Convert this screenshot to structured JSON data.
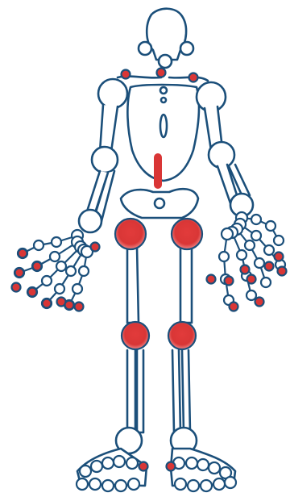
{
  "colors": {
    "outline": "#1b4f7a",
    "bone_fill": "#ffffff",
    "affected_joint": "#d93636",
    "affected_joint_glow": "#f3b0b0",
    "background": "#ffffff"
  },
  "legend": [],
  "affected_regions": [
    {
      "id": "sternoclavicular-joints",
      "side": "both"
    },
    {
      "id": "acromioclavicular-joints",
      "side": "both"
    },
    {
      "id": "lumbar-spine",
      "side": "midline"
    },
    {
      "id": "hip-joints",
      "side": "both"
    },
    {
      "id": "knee-joints",
      "side": "both"
    },
    {
      "id": "wrist-joint",
      "side": "right"
    },
    {
      "id": "finger-joints",
      "side": "both"
    },
    {
      "id": "toe-joints",
      "side": "both"
    }
  ]
}
